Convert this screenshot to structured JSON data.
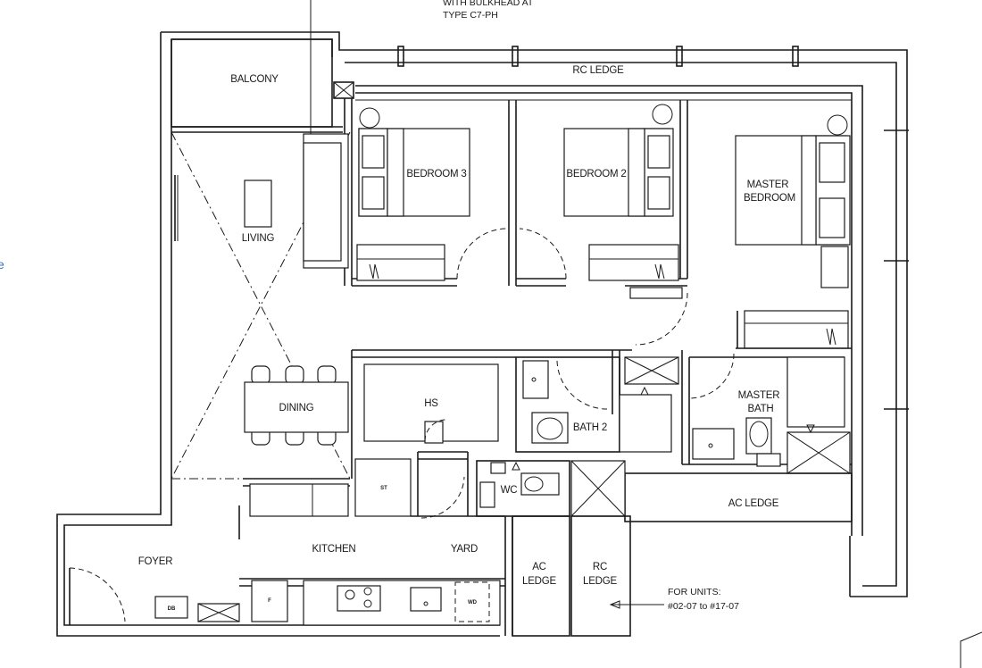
{
  "header_note": {
    "line1": "WITH BULKHEAD AT",
    "line2": "TYPE C7-PH"
  },
  "rooms": {
    "balcony": "BALCONY",
    "living": "LIVING",
    "dining": "DINING",
    "bedroom3": "BEDROOM 3",
    "bedroom2": "BEDROOM 2",
    "master_bedroom_l1": "MASTER",
    "master_bedroom_l2": "BEDROOM",
    "hs": "HS",
    "bath2": "BATH 2",
    "master_bath_l1": "MASTER",
    "master_bath_l2": "BATH",
    "wc": "WC",
    "kitchen": "KITCHEN",
    "yard": "YARD",
    "foyer": "FOYER",
    "rc_ledge_top": "RC LEDGE",
    "ac_ledge_right": "AC LEDGE",
    "ac_ledge_bottom_l1": "AC",
    "ac_ledge_bottom_l2": "LEDGE",
    "rc_ledge_bottom_l1": "RC",
    "rc_ledge_bottom_l2": "LEDGE"
  },
  "fixtures": {
    "st": "ST",
    "f": "F",
    "db": "DB",
    "wd": "WD"
  },
  "units_note": {
    "line1": "FOR UNITS:",
    "line2": "#02-07 to #17-07"
  },
  "edge_mark": "e"
}
